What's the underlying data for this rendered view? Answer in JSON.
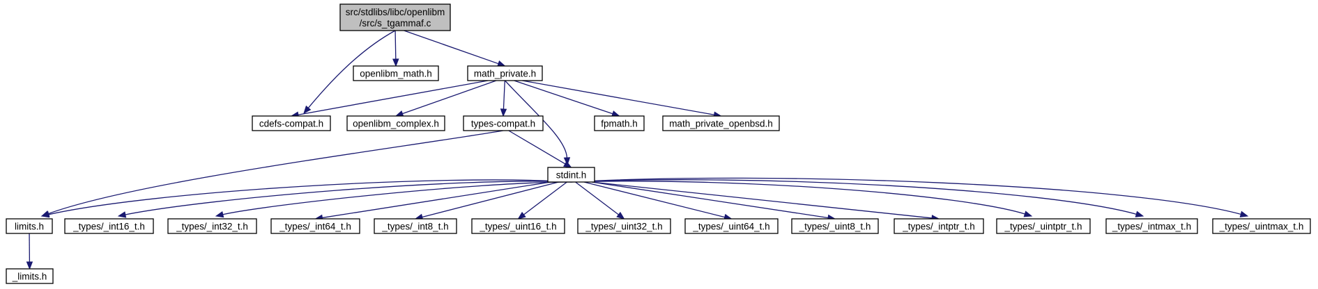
{
  "diagram": {
    "type": "include-dependency-graph",
    "edge_color": "#191970",
    "root_fill": "#bfbfbf",
    "nodes": [
      {
        "id": "root",
        "lines": [
          "src/stdlibs/libc/openlibm",
          "/src/s_tgammaf.c"
        ],
        "root": true
      },
      {
        "id": "openlibm_math",
        "lines": [
          "openlibm_math.h"
        ]
      },
      {
        "id": "math_private",
        "lines": [
          "math_private.h"
        ]
      },
      {
        "id": "cdefs_compat",
        "lines": [
          "cdefs-compat.h"
        ]
      },
      {
        "id": "openlibm_complex",
        "lines": [
          "openlibm_complex.h"
        ]
      },
      {
        "id": "types_compat",
        "lines": [
          "types-compat.h"
        ]
      },
      {
        "id": "fpmath",
        "lines": [
          "fpmath.h"
        ]
      },
      {
        "id": "math_private_openbsd",
        "lines": [
          "math_private_openbsd.h"
        ]
      },
      {
        "id": "stdint",
        "lines": [
          "stdint.h"
        ]
      },
      {
        "id": "limits",
        "lines": [
          "limits.h"
        ]
      },
      {
        "id": "int16",
        "lines": [
          "_types/_int16_t.h"
        ]
      },
      {
        "id": "int32",
        "lines": [
          "_types/_int32_t.h"
        ]
      },
      {
        "id": "int64",
        "lines": [
          "_types/_int64_t.h"
        ]
      },
      {
        "id": "int8",
        "lines": [
          "_types/_int8_t.h"
        ]
      },
      {
        "id": "uint16",
        "lines": [
          "_types/_uint16_t.h"
        ]
      },
      {
        "id": "uint32",
        "lines": [
          "_types/_uint32_t.h"
        ]
      },
      {
        "id": "uint64",
        "lines": [
          "_types/_uint64_t.h"
        ]
      },
      {
        "id": "uint8",
        "lines": [
          "_types/_uint8_t.h"
        ]
      },
      {
        "id": "intptr",
        "lines": [
          "_types/_intptr_t.h"
        ]
      },
      {
        "id": "uintptr",
        "lines": [
          "_types/_uintptr_t.h"
        ]
      },
      {
        "id": "intmax",
        "lines": [
          "_types/_intmax_t.h"
        ]
      },
      {
        "id": "uintmax",
        "lines": [
          "_types/_uintmax_t.h"
        ]
      },
      {
        "id": "_limits",
        "lines": [
          "_limits.h"
        ]
      }
    ],
    "edges": [
      {
        "from": "root",
        "to": "cdefs_compat"
      },
      {
        "from": "root",
        "to": "openlibm_math"
      },
      {
        "from": "root",
        "to": "math_private"
      },
      {
        "from": "math_private",
        "to": "cdefs_compat"
      },
      {
        "from": "math_private",
        "to": "openlibm_complex"
      },
      {
        "from": "math_private",
        "to": "types_compat"
      },
      {
        "from": "math_private",
        "to": "stdint"
      },
      {
        "from": "math_private",
        "to": "fpmath"
      },
      {
        "from": "math_private",
        "to": "math_private_openbsd"
      },
      {
        "from": "types_compat",
        "to": "limits"
      },
      {
        "from": "types_compat",
        "to": "stdint"
      },
      {
        "from": "stdint",
        "to": "limits"
      },
      {
        "from": "stdint",
        "to": "int16"
      },
      {
        "from": "stdint",
        "to": "int32"
      },
      {
        "from": "stdint",
        "to": "int64"
      },
      {
        "from": "stdint",
        "to": "int8"
      },
      {
        "from": "stdint",
        "to": "uint16"
      },
      {
        "from": "stdint",
        "to": "uint32"
      },
      {
        "from": "stdint",
        "to": "uint64"
      },
      {
        "from": "stdint",
        "to": "uint8"
      },
      {
        "from": "stdint",
        "to": "intptr"
      },
      {
        "from": "stdint",
        "to": "uintptr"
      },
      {
        "from": "stdint",
        "to": "intmax"
      },
      {
        "from": "stdint",
        "to": "uintmax"
      },
      {
        "from": "limits",
        "to": "_limits"
      }
    ]
  }
}
